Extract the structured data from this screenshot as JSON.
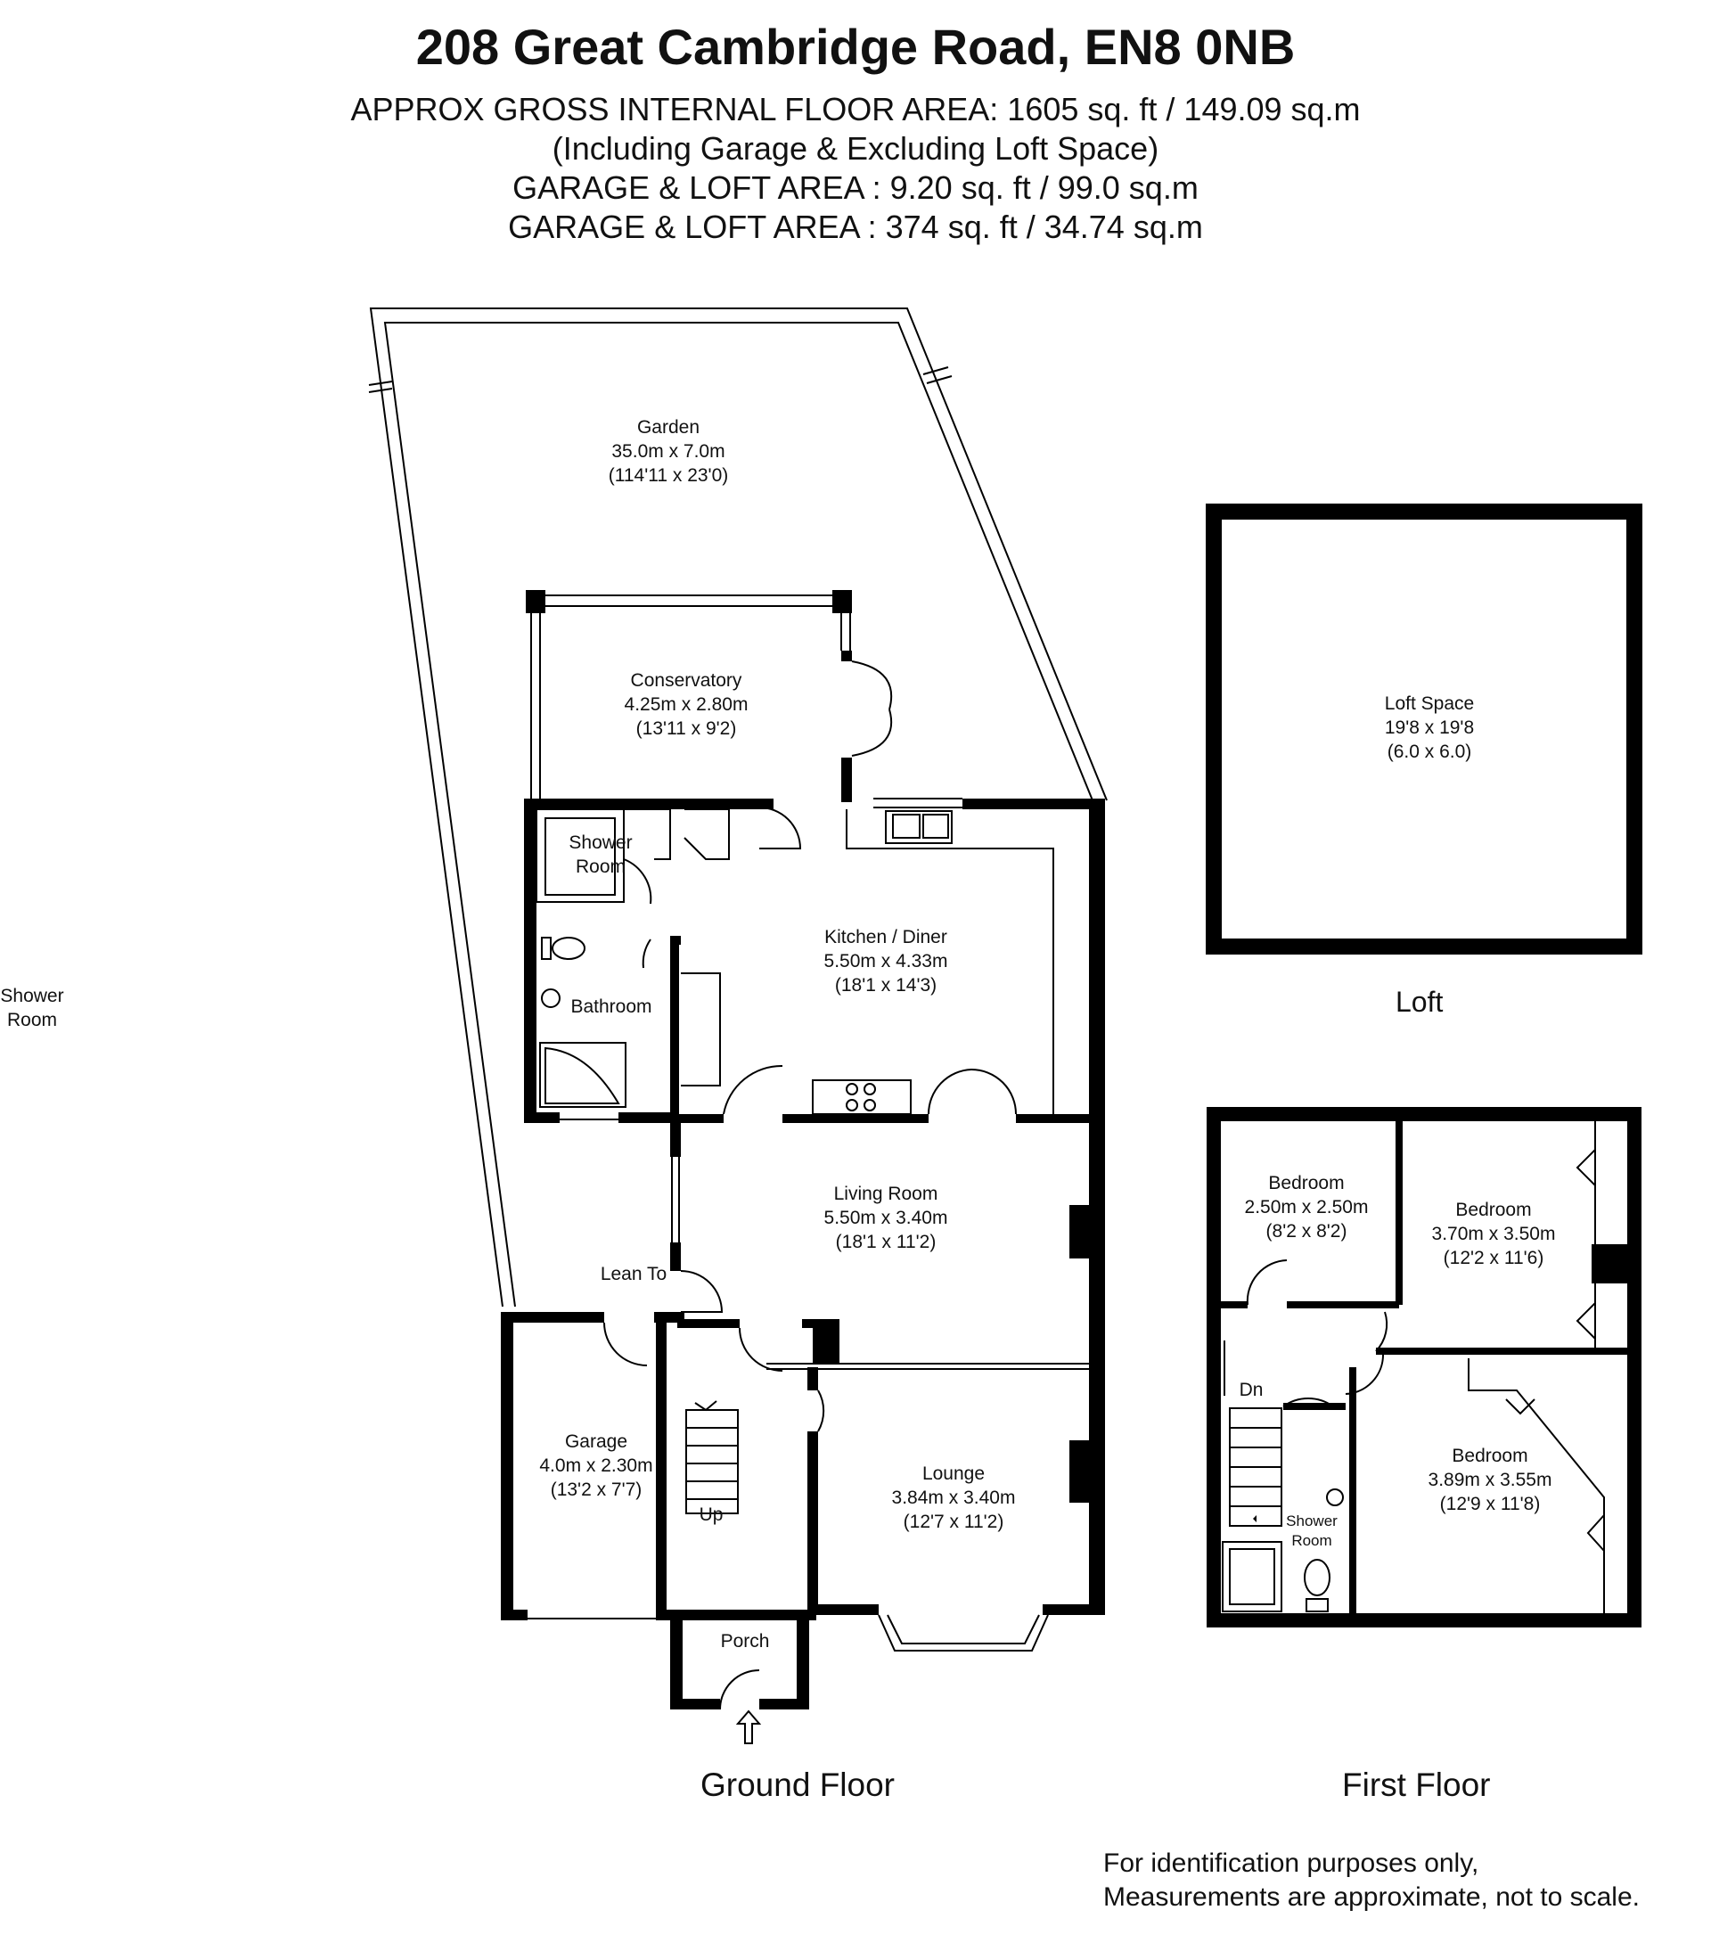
{
  "header": {
    "address": "208 Great Cambridge Road, EN8 0NB",
    "gross_area": "APPROX GROSS INTERNAL FLOOR AREA: 1605 sq. ft / 149.09 sq.m",
    "including_note": "(Including Garage & Excluding Loft Space)",
    "garage_loft_1": "GARAGE & LOFT AREA : 9.20 sq. ft / 99.0 sq.m",
    "garage_loft_2": "GARAGE & LOFT AREA : 374 sq. ft / 34.74 sq.m"
  },
  "rooms": {
    "garden": {
      "name": "Garden",
      "metric": "35.0m x 7.0m",
      "imperial": "(114'11 x 23'0)"
    },
    "conservatory": {
      "name": "Conservatory",
      "metric": "4.25m x 2.80m",
      "imperial": "(13'11 x 9'2)"
    },
    "shower_room_gf": {
      "line1": "Shower",
      "line2": "Room"
    },
    "shower_room_outside": {
      "line1": "Shower",
      "line2": "Room"
    },
    "kitchen": {
      "name": "Kitchen / Diner",
      "metric": "5.50m x 4.33m",
      "imperial": "(18'1 x 14'3)"
    },
    "bathroom": {
      "name": "Bathroom"
    },
    "living_room": {
      "name": "Living Room",
      "metric": "5.50m x 3.40m",
      "imperial": "(18'1 x 11'2)"
    },
    "lean_to": {
      "name": "Lean To"
    },
    "garage": {
      "name": "Garage",
      "metric": "4.0m x 2.30m",
      "imperial": "(13'2 x 7'7)"
    },
    "up": {
      "name": "Up"
    },
    "lounge": {
      "name": "Lounge",
      "metric": "3.84m x 3.40m",
      "imperial": "(12'7 x 11'2)"
    },
    "porch": {
      "name": "Porch"
    },
    "loft_space": {
      "name": "Loft Space",
      "metric": "19'8 x 19'8",
      "imperial": "(6.0 x 6.0)"
    },
    "bedroom_1": {
      "name": "Bedroom",
      "metric": "2.50m x 2.50m",
      "imperial": "(8'2 x 8'2)"
    },
    "bedroom_2": {
      "name": "Bedroom",
      "metric": "3.70m x 3.50m",
      "imperial": "(12'2 x 11'6)"
    },
    "bedroom_3": {
      "name": "Bedroom",
      "metric": "3.89m x 3.55m",
      "imperial": "(12'9 x 11'8)"
    },
    "dn": {
      "name": "Dn"
    },
    "shower_room_ff": {
      "line1": "Shower",
      "line2": "Room"
    }
  },
  "floors": {
    "ground": "Ground Floor",
    "first": "First Floor",
    "loft": "Loft"
  },
  "disclaimer": {
    "line1": "For identification purposes only,",
    "line2": "Measurements are approximate, not to scale."
  }
}
